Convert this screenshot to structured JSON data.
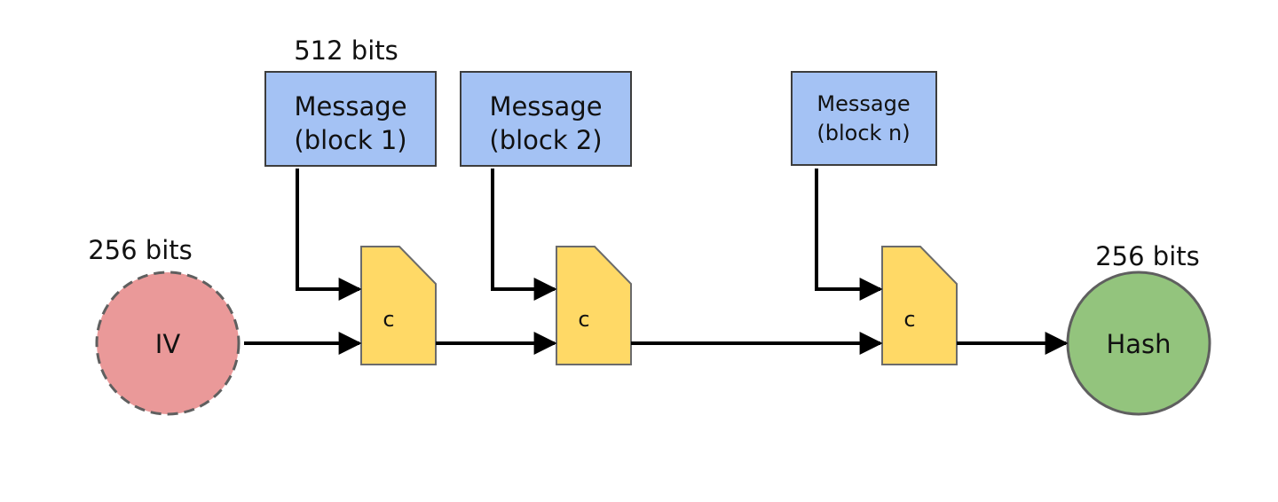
{
  "labels": {
    "message_bits": "512 bits",
    "iv_bits": "256 bits",
    "hash_bits": "256 bits"
  },
  "messages": [
    {
      "line1": "Message",
      "line2": "(block 1)"
    },
    {
      "line1": "Message",
      "line2": "(block 2)"
    },
    {
      "line1": "Message",
      "line2": "(block n)"
    }
  ],
  "compressors": [
    {
      "label": "c"
    },
    {
      "label": "c"
    },
    {
      "label": "c"
    }
  ],
  "iv": {
    "label": "IV"
  },
  "hash": {
    "label": "Hash"
  },
  "colors": {
    "message_fill": "#a4c2f4",
    "compressor_fill": "#ffd966",
    "iv_fill": "#ea9999",
    "hash_fill": "#93c47d"
  }
}
